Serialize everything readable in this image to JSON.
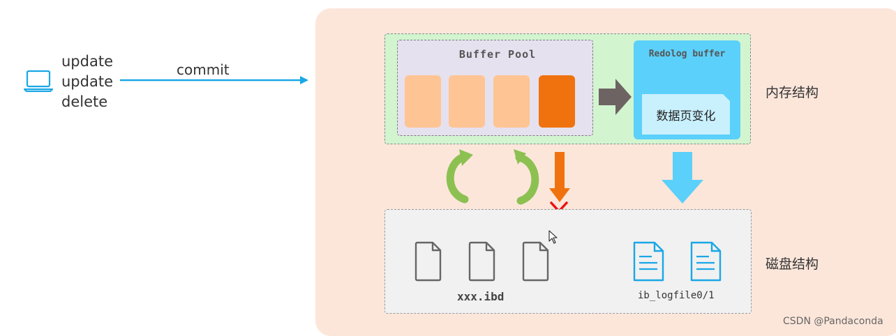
{
  "client": {
    "operations": [
      "update",
      "update",
      "delete"
    ],
    "commit_label": "commit"
  },
  "memory": {
    "section_label": "内存结构",
    "buffer_pool_title": "Buffer Pool",
    "redolog_buffer_title": "Redolog buffer",
    "page_change_label": "数据页变化"
  },
  "disk": {
    "section_label": "磁盘结构",
    "data_file_label": "xxx.ibd",
    "log_file_label": "ib_logfile0/1"
  },
  "watermark": "CSDN @Pandaconda",
  "colors": {
    "panel_bg": "#fce6da",
    "memory_bg": "#d2f5d0",
    "buffer_pool_bg": "#e6e1ee",
    "clean_page": "#ffc493",
    "dirty_page": "#f0720e",
    "redolog_buffer": "#5bd0fa",
    "disk_bg": "#f1f1f1",
    "commit_arrow": "#1aa7e6",
    "sync_arrows": "#8cc152",
    "blocked_arrow": "#f0720e",
    "block_x": "#ee1111",
    "flush_arrow": "#5bd0fa"
  },
  "icons": {
    "client": "laptop-icon",
    "data_files": [
      "file-icon",
      "file-icon",
      "file-icon"
    ],
    "log_files": [
      "document-lines-icon",
      "document-lines-icon"
    ]
  }
}
